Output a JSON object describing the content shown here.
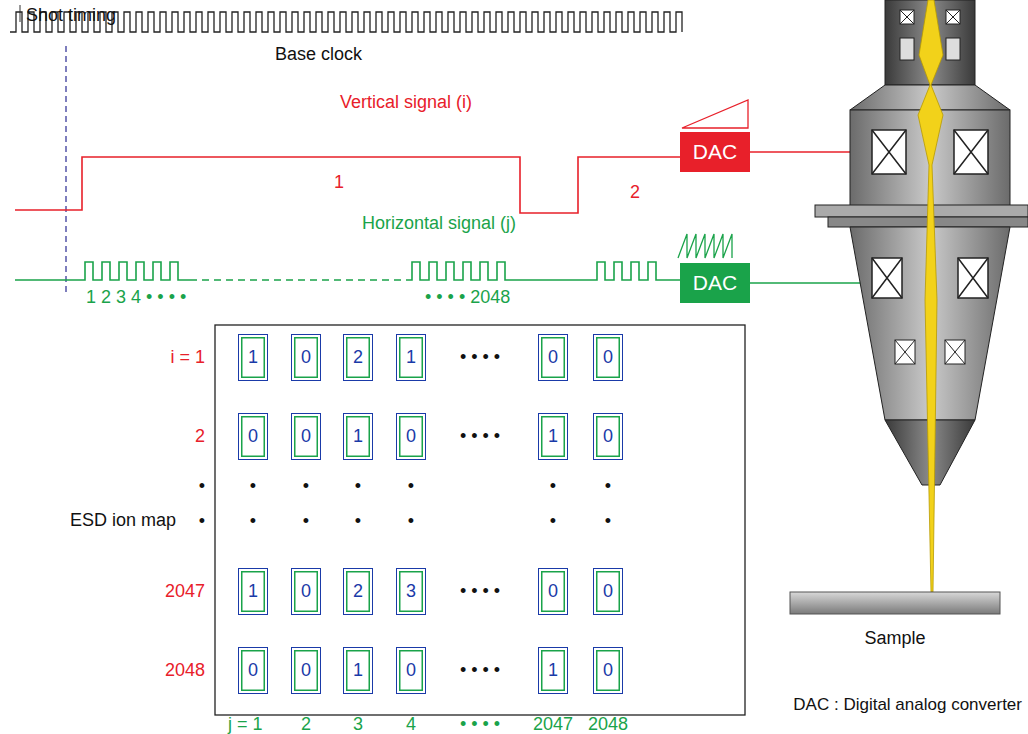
{
  "diagram": {
    "nodes": [
      {
        "text": [
          "DAC"
        ]
      },
      {
        "text": [
          "DAC"
        ]
      },
      {
        "text": [
          "1"
        ]
      },
      {
        "text": [
          "0"
        ]
      },
      {
        "text": [
          "2"
        ]
      },
      {
        "text": [
          "1"
        ]
      },
      {
        "text": [
          "0"
        ]
      },
      {
        "text": [
          "0"
        ]
      },
      {
        "text": [
          "0"
        ]
      },
      {
        "text": [
          "0"
        ]
      },
      {
        "text": [
          "1"
        ]
      },
      {
        "text": [
          "0"
        ]
      },
      {
        "text": [
          "1"
        ]
      },
      {
        "text": [
          "0"
        ]
      },
      {
        "text": [
          "1"
        ]
      },
      {
        "text": [
          "0"
        ]
      },
      {
        "text": [
          "2"
        ]
      },
      {
        "text": [
          "3"
        ]
      },
      {
        "text": [
          "0"
        ]
      },
      {
        "text": [
          "0"
        ]
      },
      {
        "text": [
          "0"
        ]
      },
      {
        "text": [
          "0"
        ]
      },
      {
        "text": [
          "1"
        ]
      },
      {
        "text": [
          "0"
        ]
      },
      {
        "text": [
          "1"
        ]
      },
      {
        "text": [
          "0"
        ]
      }
    ],
    "labels": [
      "Shot timing",
      "Base clock",
      "Vertical signal (i)",
      "1",
      "2",
      "Horizontal signal (j)",
      "1 2 3 4 • • • •",
      "• • • • 2048",
      "Sample",
      "ESD ion map",
      "i = 1",
      "2",
      "•",
      "•",
      "2047",
      "2048",
      "• • • •",
      "• • • •",
      "•",
      "•",
      "•",
      "•",
      "•",
      "•",
      "•",
      "•",
      "•",
      "•",
      "•",
      "•",
      "• • • •",
      "• • • •",
      "j = 1",
      "2",
      "3",
      "4",
      "• • • •",
      "2047",
      "2048",
      "DAC : Digital analog converter"
    ]
  }
}
